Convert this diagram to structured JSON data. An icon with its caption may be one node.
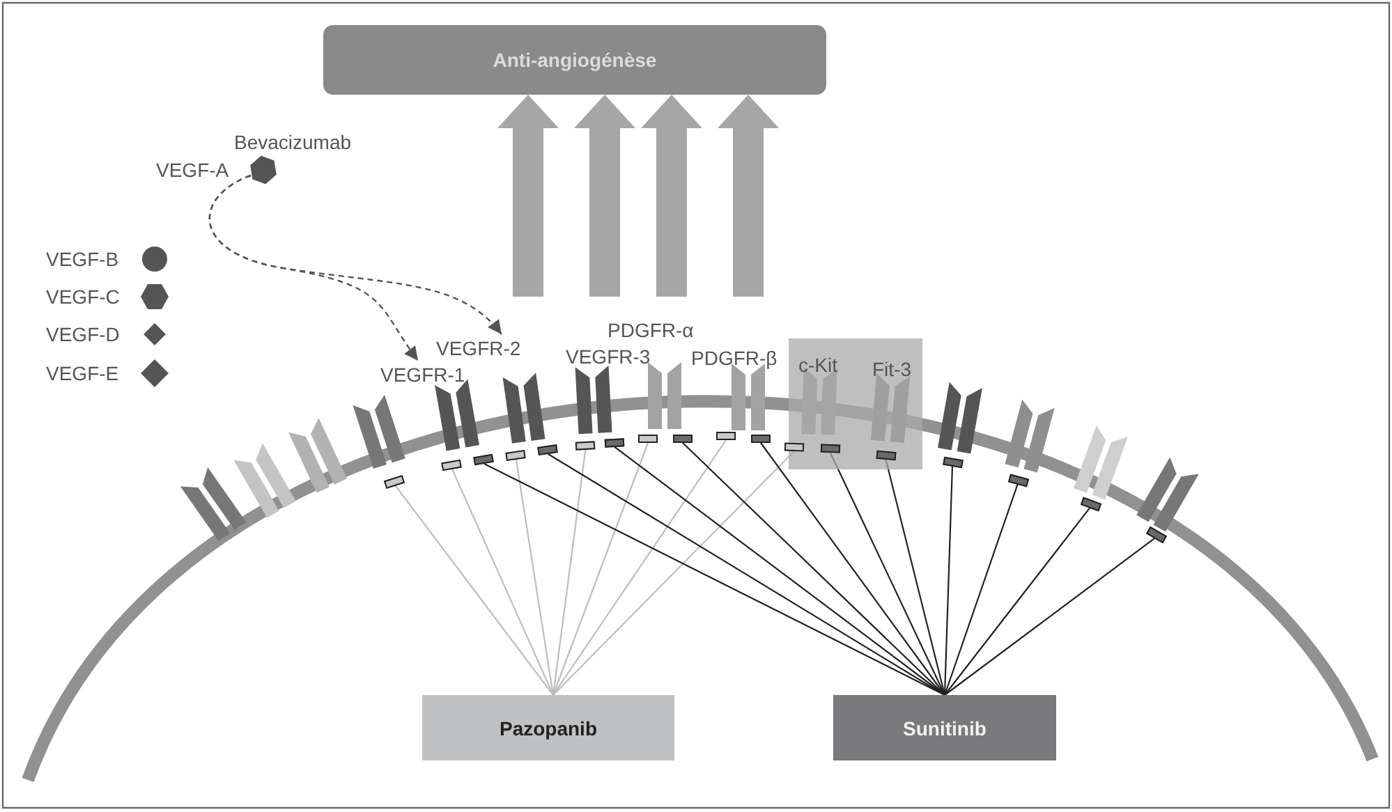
{
  "diagram": {
    "nodes": [
      {
        "text": [
          "Anti-angiogénèse"
        ]
      },
      {
        "text": [
          "VEGF-A"
        ]
      },
      {
        "text": [
          "VEGFR-1"
        ]
      },
      {
        "text": [
          "VEGFR-2"
        ]
      },
      {
        "text": [],
        "shape": "box"
      },
      {
        "text": [
          "c-Kit"
        ],
        "in": 4
      },
      {
        "text": [
          "Fit-3"
        ],
        "in": 4
      },
      {
        "text": [],
        "shape": "bar"
      },
      {
        "text": [],
        "shape": "bar"
      },
      {
        "text": [],
        "shape": "bar"
      },
      {
        "text": [],
        "shape": "bar"
      },
      {
        "text": [],
        "shape": "bar"
      },
      {
        "text": [],
        "shape": "bar"
      },
      {
        "text": [],
        "shape": "bar"
      },
      {
        "text": [],
        "shape": "bar"
      },
      {
        "text": [],
        "shape": "bar"
      },
      {
        "text": [],
        "shape": "bar"
      },
      {
        "text": [],
        "shape": "bar"
      },
      {
        "text": [],
        "shape": "bar",
        "in": 4
      },
      {
        "text": [],
        "shape": "bar",
        "in": 4
      },
      {
        "text": [],
        "shape": "bar",
        "in": 4
      },
      {
        "text": [],
        "shape": "bar"
      },
      {
        "text": [],
        "shape": "bar"
      },
      {
        "text": [],
        "shape": "bar"
      },
      {
        "text": [],
        "shape": "bar"
      },
      {
        "text": [
          "Pazopanib"
        ]
      },
      {
        "text": [
          "Sunitinib"
        ]
      }
    ],
    "edges": [
      {
        "from": null,
        "to": 0,
        "arrow": "to",
        "style": "thick",
        "color": "#a6a6a6"
      },
      {
        "from": null,
        "to": 0,
        "arrow": "to",
        "style": "thick",
        "color": "#a6a6a6"
      },
      {
        "from": null,
        "to": 0,
        "arrow": "to",
        "style": "thick",
        "color": "#a6a6a6"
      },
      {
        "from": null,
        "to": 0,
        "arrow": "to",
        "style": "thick",
        "color": "#a6a6a6"
      },
      {
        "from": 1,
        "to": 2,
        "arrow": "to",
        "style": "dashed",
        "color": "#555555"
      },
      {
        "from": 1,
        "to": 3,
        "arrow": "to",
        "style": "dashed",
        "color": "#555555"
      },
      {
        "from": 25,
        "to": 7,
        "arrow": "none",
        "color": "#bdbdbd"
      },
      {
        "from": 25,
        "to": 8,
        "arrow": "none",
        "color": "#bdbdbd"
      },
      {
        "from": 25,
        "to": 10,
        "arrow": "none",
        "color": "#bdbdbd"
      },
      {
        "from": 25,
        "to": 12,
        "arrow": "none",
        "color": "#bdbdbd"
      },
      {
        "from": 25,
        "to": 14,
        "arrow": "none",
        "color": "#bdbdbd"
      },
      {
        "from": 25,
        "to": 16,
        "arrow": "none",
        "color": "#bdbdbd"
      },
      {
        "from": 25,
        "to": 18,
        "arrow": "none",
        "color": "#bdbdbd"
      },
      {
        "from": 26,
        "to": 9,
        "arrow": "none"
      },
      {
        "from": 26,
        "to": 11,
        "arrow": "none"
      },
      {
        "from": 26,
        "to": 13,
        "arrow": "none"
      },
      {
        "from": 26,
        "to": 15,
        "arrow": "none"
      },
      {
        "from": 26,
        "to": 17,
        "arrow": "none"
      },
      {
        "from": 26,
        "to": 19,
        "arrow": "none"
      },
      {
        "from": 26,
        "to": 20,
        "arrow": "none"
      },
      {
        "from": 26,
        "to": 21,
        "arrow": "none"
      },
      {
        "from": 26,
        "to": 22,
        "arrow": "none"
      },
      {
        "from": 26,
        "to": 23,
        "arrow": "none"
      },
      {
        "from": 26,
        "to": 24,
        "arrow": "none"
      }
    ],
    "labels": [
      "Bevacizumab",
      "PDGFR-α",
      "VEGFR-3",
      "PDGFR-β"
    ],
    "legend": [
      {
        "text": "VEGF-B"
      },
      {
        "text": "VEGF-C"
      },
      {
        "text": "VEGF-D"
      },
      {
        "text": "VEGF-E"
      }
    ]
  }
}
